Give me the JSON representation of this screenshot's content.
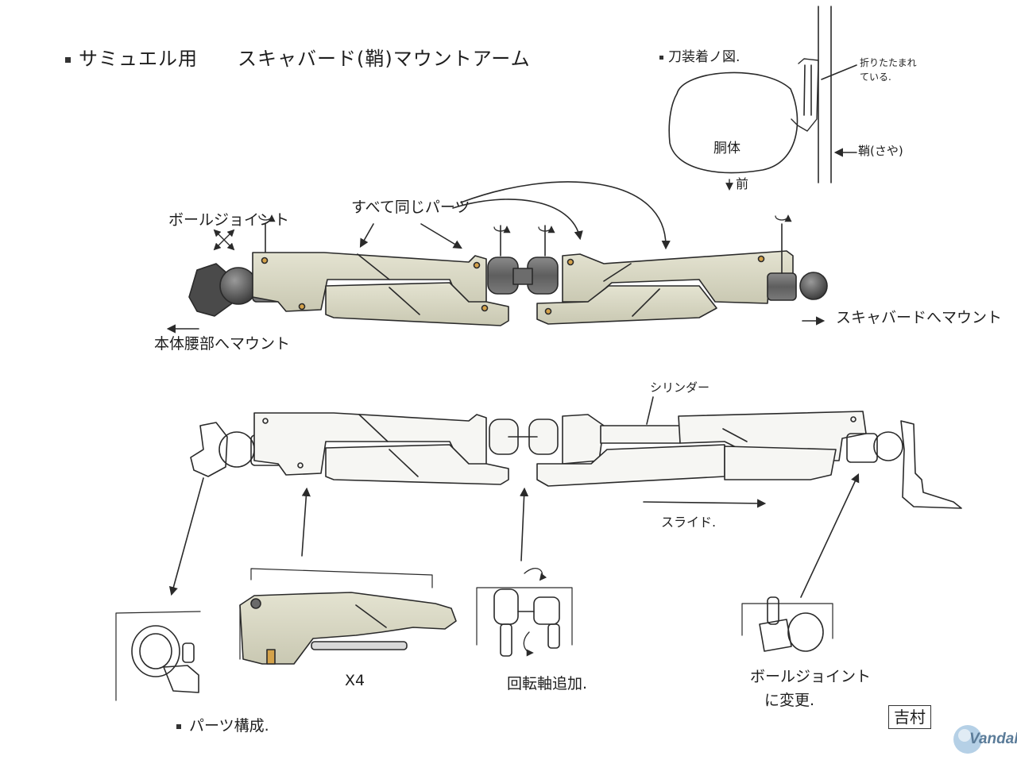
{
  "title": "サミュエル用　　スキャバード(鞘)マウントアーム",
  "inset": {
    "heading": "刀装着ノ図.",
    "folded_note_line1": "折りたたまれ",
    "folded_note_line2": "ている.",
    "torso": "胴体",
    "front": "前",
    "scabbard": "鞘(さや)"
  },
  "top_arm": {
    "ball_joint": "ボールジョイント",
    "same_parts": "すべて同じパーツ",
    "to_body": "本体腰部へマウント",
    "to_scabbard": "スキャバードへマウント"
  },
  "bottom_arm": {
    "cylinder": "シリンダー",
    "slide": "スライド."
  },
  "parts": {
    "heading": "パーツ構成.",
    "count": "X4",
    "rotation_axis": "回転軸追加.",
    "ball_change_line1": "ボールジョイント",
    "ball_change_line2": "に変更."
  },
  "signature": "吉村",
  "watermark": "Vandal",
  "colors": {
    "panel": "#d9d8c4",
    "panel_dark": "#b9b7a2",
    "joint": "#707070",
    "line": "#2a2a2a",
    "accent": "#d4a24a"
  }
}
